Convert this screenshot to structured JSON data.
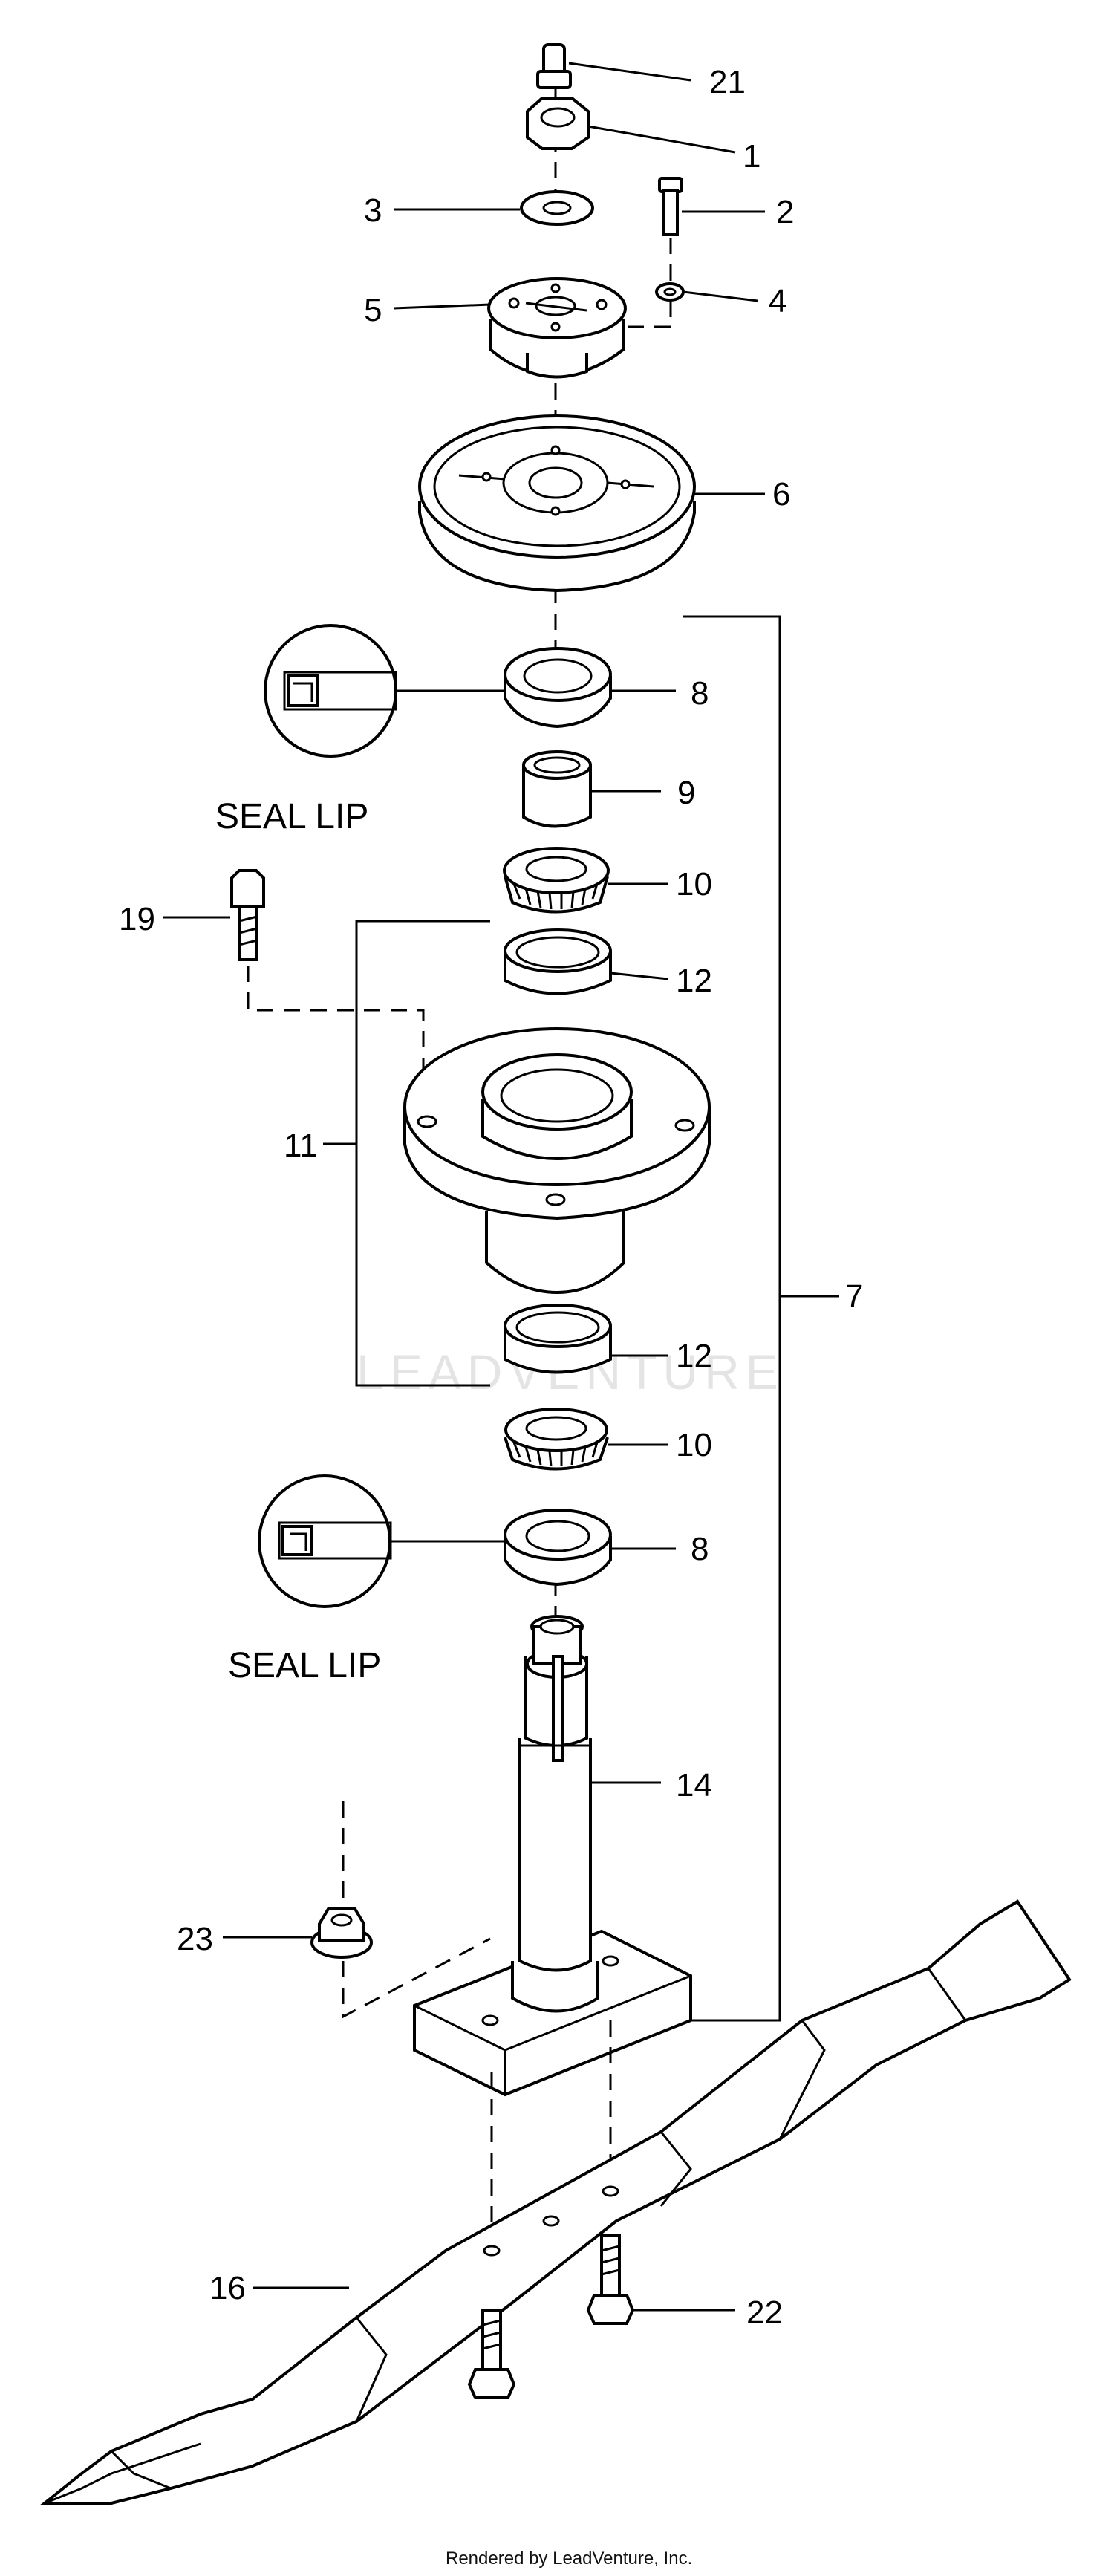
{
  "callouts": {
    "c21": "21",
    "c1": "1",
    "c2": "2",
    "c3": "3",
    "c4": "4",
    "c5": "5",
    "c6": "6",
    "c7": "7",
    "c8a": "8",
    "c8b": "8",
    "c9": "9",
    "c10a": "10",
    "c10b": "10",
    "c11": "11",
    "c12a": "12",
    "c12b": "12",
    "c14": "14",
    "c16": "16",
    "c19": "19",
    "c22": "22",
    "c23": "23"
  },
  "labels": {
    "seal_lip_top": "SEAL LIP",
    "seal_lip_bottom": "SEAL LIP"
  },
  "watermark": "LEADVENTURE",
  "footer": "Rendered by LeadVenture, Inc."
}
